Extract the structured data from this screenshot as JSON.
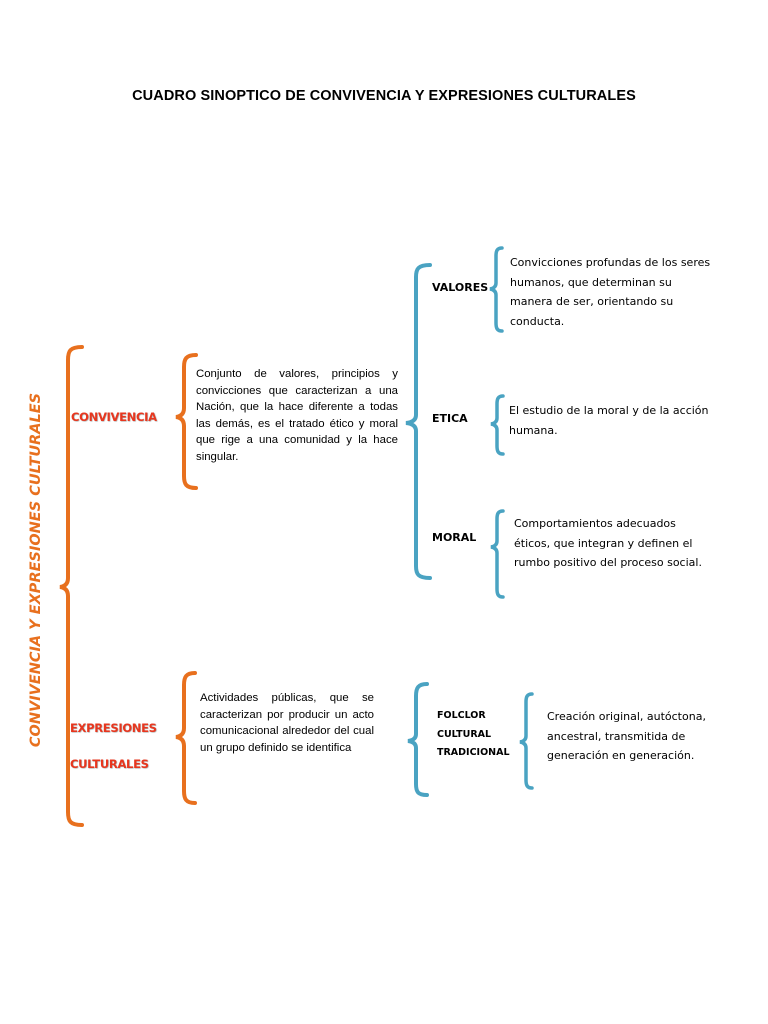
{
  "title": "CUADRO SINOPTICO DE CONVIVENCIA Y EXPRESIONES CULTURALES",
  "root_label": "CONVIVENCIA Y EXPRESIONES CULTURALES",
  "colors": {
    "orange": "#e8701e",
    "red": "#e8361e",
    "teal": "#4aa3c2"
  },
  "convivencia": {
    "label": "CONVIVENCIA",
    "description": "Conjunto de valores, principios y convicciones que caracterizan a una Nación, que la hace diferente a todas las demás, es el tratado ético y moral que rige a una comunidad y la hace singular.",
    "items": [
      {
        "label": "VALORES",
        "definition": "Convicciones profundas de los seres humanos, que determinan su manera de ser, orientando su conducta."
      },
      {
        "label": "ETICA",
        "definition": "El estudio de la moral y de la acción humana."
      },
      {
        "label": "MORAL",
        "definition": "Comportamientos adecuados éticos, que integran y definen el rumbo positivo del proceso social."
      }
    ]
  },
  "expresiones": {
    "label_line1": "EXPRESIONES",
    "label_line2": "CULTURALES",
    "description": "Actividades públicas, que se caracterizan por producir un acto comunicacional alrededor del cual un grupo definido se identifica",
    "items": [
      {
        "label": "FOLCLOR CULTURAL TRADICIONAL",
        "definition": "Creación original, autóctona, ancestral, transmitida de generación en generación."
      }
    ]
  }
}
